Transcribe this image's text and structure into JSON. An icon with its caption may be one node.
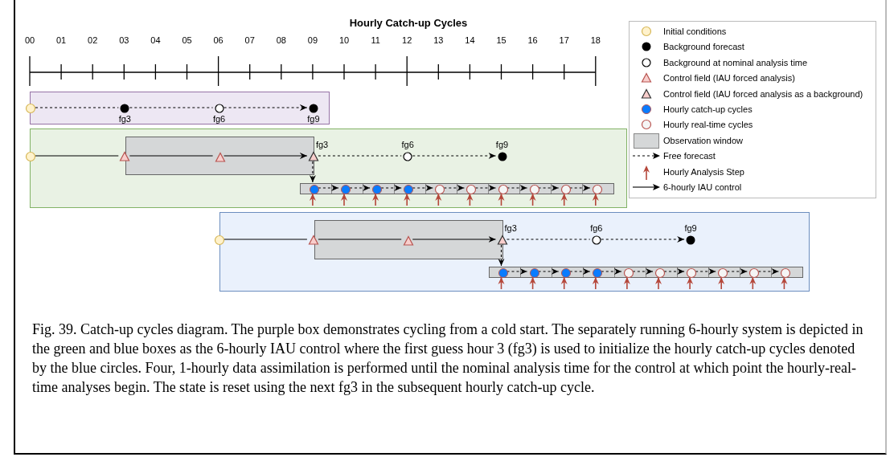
{
  "diagram": {
    "title": "Hourly Catch-up Cycles",
    "caption": "Fig. 39. Catch-up cycles diagram. The purple box demonstrates cycling from a cold start. The separately running 6-hourly system is depicted in the green and blue boxes as the 6-hourly IAU control where the first guess hour 3 (fg3) is used to initialize the hourly catch-up cycles denoted by the blue circles. Four, 1-hourly data assimilation is performed until the nominal analysis time for the control at which point the hourly-real-time analyses begin. The state is reset using the next fg3 in the subsequent hourly catch-up cycle.",
    "nodes": [
      {
        "text": [],
        "shape": "box"
      },
      {
        "text": [],
        "shape": "circle",
        "in": 0
      },
      {
        "text": [
          "fg3"
        ],
        "in": 0
      },
      {
        "text": [
          "fg6"
        ],
        "in": 0
      },
      {
        "text": [
          "fg9"
        ],
        "in": 0
      },
      {
        "text": [],
        "shape": "box"
      },
      {
        "text": [],
        "shape": "circle",
        "in": 5
      },
      {
        "text": [],
        "shape": "box",
        "in": 5
      },
      {
        "text": [],
        "shape": "triangle",
        "in": 5
      },
      {
        "text": [],
        "shape": "triangle",
        "in": 7
      },
      {
        "text": [
          "fg3"
        ],
        "in": 5
      },
      {
        "text": [
          "fg6"
        ],
        "in": 5
      },
      {
        "text": [
          "fg9"
        ],
        "in": 5
      },
      {
        "text": [],
        "shape": "bar",
        "in": 5
      },
      {
        "text": [],
        "shape": "circle",
        "in": 13
      },
      {
        "text": [],
        "shape": "circle",
        "in": 13
      },
      {
        "text": [],
        "shape": "circle",
        "in": 13
      },
      {
        "text": [],
        "shape": "circle",
        "in": 13
      },
      {
        "text": [],
        "shape": "circle",
        "in": 13
      },
      {
        "text": [],
        "shape": "circle",
        "in": 13
      },
      {
        "text": [],
        "shape": "circle",
        "in": 13
      },
      {
        "text": [],
        "shape": "circle",
        "in": 13
      },
      {
        "text": [],
        "shape": "circle",
        "in": 13
      },
      {
        "text": [],
        "shape": "circle",
        "in": 13
      },
      {
        "text": [],
        "shape": "box"
      },
      {
        "text": [],
        "shape": "circle",
        "in": 24
      },
      {
        "text": [],
        "shape": "box",
        "in": 24
      },
      {
        "text": [],
        "shape": "triangle",
        "in": 24
      },
      {
        "text": [],
        "shape": "triangle",
        "in": 26
      },
      {
        "text": [
          "fg3"
        ],
        "in": 24
      },
      {
        "text": [
          "fg6"
        ],
        "in": 24
      },
      {
        "text": [
          "fg9"
        ],
        "in": 24
      },
      {
        "text": [],
        "shape": "bar",
        "in": 24
      },
      {
        "text": [],
        "shape": "circle",
        "in": 32
      },
      {
        "text": [],
        "shape": "circle",
        "in": 32
      },
      {
        "text": [],
        "shape": "circle",
        "in": 32
      },
      {
        "text": [],
        "shape": "circle",
        "in": 32
      },
      {
        "text": [],
        "shape": "circle",
        "in": 32
      },
      {
        "text": [],
        "shape": "circle",
        "in": 32
      },
      {
        "text": [],
        "shape": "circle",
        "in": 32
      },
      {
        "text": [],
        "shape": "circle",
        "in": 32
      },
      {
        "text": [],
        "shape": "circle",
        "in": 32
      },
      {
        "text": [],
        "shape": "circle",
        "in": 32
      }
    ],
    "edges": [
      {
        "from": 1,
        "to": 2,
        "arrow": "none",
        "style": "dashed"
      },
      {
        "from": 2,
        "to": 3,
        "arrow": "none",
        "style": "dashed"
      },
      {
        "from": 3,
        "to": 4,
        "arrow": "to",
        "style": "dashed"
      },
      {
        "from": 6,
        "to": 8,
        "arrow": "none"
      },
      {
        "from": 8,
        "to": 9,
        "arrow": "none"
      },
      {
        "from": 9,
        "to": 10,
        "arrow": "to"
      },
      {
        "from": 10,
        "to": 11,
        "arrow": "none",
        "style": "dashed"
      },
      {
        "from": 11,
        "to": 12,
        "arrow": "to",
        "style": "dashed"
      },
      {
        "from": 10,
        "to": 14,
        "arrow": "to",
        "style": "dashed"
      },
      {
        "from": 14,
        "to": 15,
        "arrow": "to",
        "style": "dashed"
      },
      {
        "from": 15,
        "to": 16,
        "arrow": "to",
        "style": "dashed"
      },
      {
        "from": 16,
        "to": 17,
        "arrow": "to",
        "style": "dashed"
      },
      {
        "from": 17,
        "to": 18,
        "arrow": "to",
        "style": "dashed"
      },
      {
        "from": 18,
        "to": 19,
        "arrow": "to",
        "style": "dashed"
      },
      {
        "from": 19,
        "to": 20,
        "arrow": "to",
        "style": "dashed"
      },
      {
        "from": 20,
        "to": 21,
        "arrow": "to",
        "style": "dashed"
      },
      {
        "from": 21,
        "to": 22,
        "arrow": "to",
        "style": "dashed"
      },
      {
        "from": 22,
        "to": 23,
        "arrow": "to",
        "style": "dashed"
      },
      {
        "from": null,
        "to": 14,
        "arrow": "to",
        "color": "#b5473a"
      },
      {
        "from": null,
        "to": 15,
        "arrow": "to",
        "color": "#b5473a"
      },
      {
        "from": null,
        "to": 16,
        "arrow": "to",
        "color": "#b5473a"
      },
      {
        "from": null,
        "to": 17,
        "arrow": "to",
        "color": "#b5473a"
      },
      {
        "from": null,
        "to": 18,
        "arrow": "to",
        "color": "#b5473a"
      },
      {
        "from": null,
        "to": 19,
        "arrow": "to",
        "color": "#b5473a"
      },
      {
        "from": null,
        "to": 20,
        "arrow": "to",
        "color": "#b5473a"
      },
      {
        "from": null,
        "to": 21,
        "arrow": "to",
        "color": "#b5473a"
      },
      {
        "from": null,
        "to": 22,
        "arrow": "to",
        "color": "#b5473a"
      },
      {
        "from": null,
        "to": 23,
        "arrow": "to",
        "color": "#b5473a"
      },
      {
        "from": 25,
        "to": 27,
        "arrow": "none"
      },
      {
        "from": 27,
        "to": 28,
        "arrow": "none"
      },
      {
        "from": 28,
        "to": 29,
        "arrow": "to"
      },
      {
        "from": 29,
        "to": 30,
        "arrow": "none",
        "style": "dashed"
      },
      {
        "from": 30,
        "to": 31,
        "arrow": "to",
        "style": "dashed"
      },
      {
        "from": 29,
        "to": 33,
        "arrow": "to",
        "style": "dashed"
      },
      {
        "from": 33,
        "to": 34,
        "arrow": "to",
        "style": "dashed"
      },
      {
        "from": 34,
        "to": 35,
        "arrow": "to",
        "style": "dashed"
      },
      {
        "from": 35,
        "to": 36,
        "arrow": "to",
        "style": "dashed"
      },
      {
        "from": 36,
        "to": 37,
        "arrow": "to",
        "style": "dashed"
      },
      {
        "from": 37,
        "to": 38,
        "arrow": "to",
        "style": "dashed"
      },
      {
        "from": 38,
        "to": 39,
        "arrow": "to",
        "style": "dashed"
      },
      {
        "from": 39,
        "to": 40,
        "arrow": "to",
        "style": "dashed"
      },
      {
        "from": 40,
        "to": 41,
        "arrow": "to",
        "style": "dashed"
      },
      {
        "from": 41,
        "to": 42,
        "arrow": "to",
        "style": "dashed"
      },
      {
        "from": null,
        "to": 33,
        "arrow": "to",
        "color": "#b5473a"
      },
      {
        "from": null,
        "to": 34,
        "arrow": "to",
        "color": "#b5473a"
      },
      {
        "from": null,
        "to": 35,
        "arrow": "to",
        "color": "#b5473a"
      },
      {
        "from": null,
        "to": 36,
        "arrow": "to",
        "color": "#b5473a"
      },
      {
        "from": null,
        "to": 37,
        "arrow": "to",
        "color": "#b5473a"
      },
      {
        "from": null,
        "to": 38,
        "arrow": "to",
        "color": "#b5473a"
      },
      {
        "from": null,
        "to": 39,
        "arrow": "to",
        "color": "#b5473a"
      },
      {
        "from": null,
        "to": 40,
        "arrow": "to",
        "color": "#b5473a"
      },
      {
        "from": null,
        "to": 41,
        "arrow": "to",
        "color": "#b5473a"
      },
      {
        "from": null,
        "to": 42,
        "arrow": "to",
        "color": "#b5473a"
      }
    ],
    "labels": [
      "00",
      "01",
      "02",
      "03",
      "04",
      "05",
      "06",
      "07",
      "08",
      "09",
      "10",
      "11",
      "12",
      "13",
      "14",
      "15",
      "16",
      "17",
      "18"
    ],
    "legend": [
      {
        "text": "Initial conditions"
      },
      {
        "text": "Background forecast"
      },
      {
        "text": "Background at nominal analysis time"
      },
      {
        "text": "Control field (IAU forced analysis)"
      },
      {
        "text": "Control field (IAU forced analysis as a background)"
      },
      {
        "text": "Hourly catch-up cycles"
      },
      {
        "text": "Hourly real-time cycles"
      },
      {
        "text": "Observation window",
        "color": "#d5d7d8"
      },
      {
        "text": "Free forecast"
      },
      {
        "text": "Hourly Analysis Step"
      },
      {
        "text": "6-hourly IAU control"
      }
    ]
  }
}
